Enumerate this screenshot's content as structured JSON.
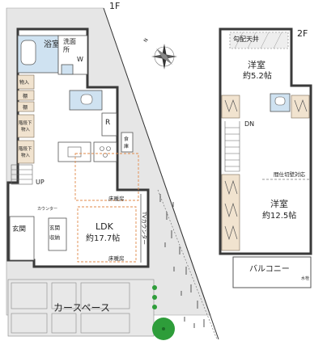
{
  "floors": {
    "first_label": "1F",
    "second_label": "2F"
  },
  "rooms_1f": {
    "bath": "浴室",
    "washroom_line1": "洗面",
    "washroom_line2": "所",
    "w_mark": "W",
    "storage1": "物入",
    "shelf1": "棚",
    "shelf2": "棚",
    "stair_storage1_line1": "階段下",
    "stair_storage1_line2": "物入",
    "stair_storage2_line1": "階段下",
    "stair_storage2_line2": "物入",
    "r_mark": "R",
    "pantry_line1": "食",
    "pantry_line2": "庫",
    "up": "UP",
    "counter": "カウンター",
    "entrance": "玄関",
    "shoe_storage_line1": "玄関",
    "shoe_storage_line2": "収納",
    "ldk_name": "LDK",
    "ldk_size": "約17.7帖",
    "floor_heating_top": "床暖房",
    "floor_heating_bottom": "床暖房",
    "tv_counter": "TVカウンター",
    "carport": "カースペース"
  },
  "rooms_2f": {
    "sloped_ceiling": "勾配天井",
    "western1_name": "洋室",
    "western1_size": "約5.2帖",
    "dn": "DN",
    "partition_note": "間仕切壁対応",
    "western2_name": "洋室",
    "western2_size": "約12.5帖",
    "balcony": "バルコニー",
    "faucet": "水栓"
  },
  "icons": {
    "compass": "compass-rose-icon",
    "tree": "tree-icon"
  },
  "colors": {
    "wet_area": "#cfe2f1",
    "storage_wood": "#f1e3cf",
    "floor_heating_line": "#e08a4a",
    "tree": "#2e9d3a"
  }
}
